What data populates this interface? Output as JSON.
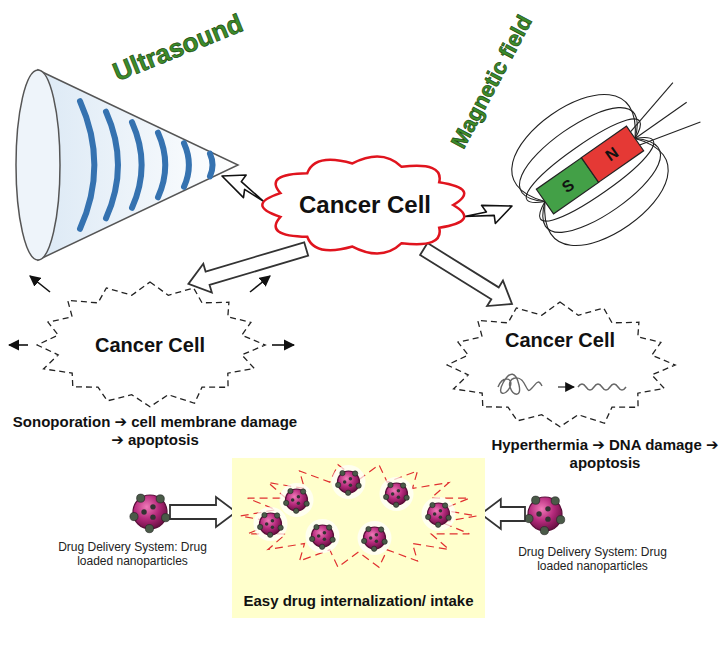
{
  "diagram": {
    "nodes": [
      {
        "text": [
          "Cancer Cell"
        ]
      },
      {
        "text": [
          "Cancer Cell"
        ]
      },
      {
        "text": [
          "Cancer Cell"
        ]
      },
      {
        "text": [
          "Easy drug internalization/ intake"
        ]
      }
    ],
    "edges": [
      {
        "from": 0,
        "to": 1,
        "arrow": "to"
      },
      {
        "from": 0,
        "to": 2,
        "arrow": "to"
      }
    ],
    "labels": [
      "Ultrasound",
      "Magnetic field",
      "N",
      "S",
      "Sonoporation ➔ cell membrane damage ➔ apoptosis",
      "Hyperthermia ➔ DNA damage ➔ apoptosis",
      "Drug Delivery System: Drug loaded nanoparticles",
      "Drug Delivery System: Drug loaded nanoparticles"
    ]
  }
}
